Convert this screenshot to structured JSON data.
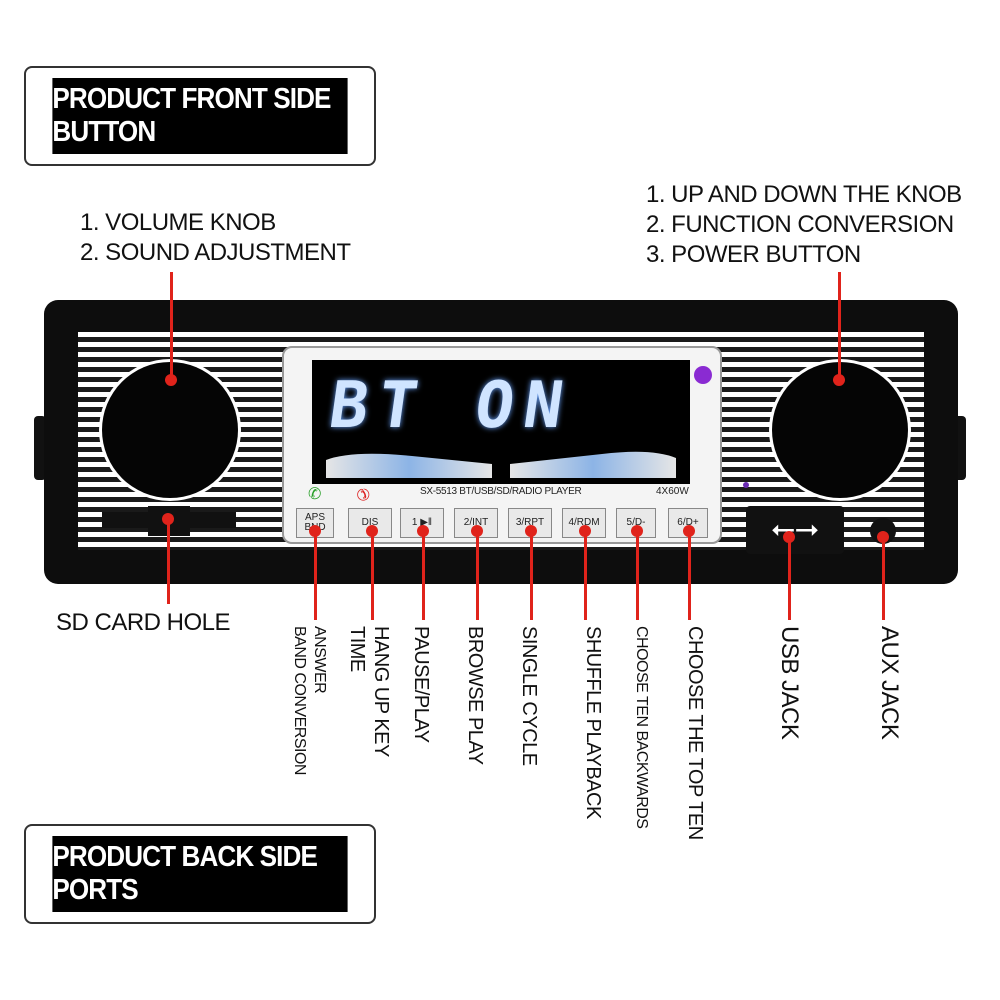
{
  "banners": {
    "front": "PRODUCT FRONT SIDE BUTTON",
    "back": "PRODUCT BACK SIDE PORTS"
  },
  "left_knob_labels": [
    "1. VOLUME KNOB",
    "2. SOUND ADJUSTMENT"
  ],
  "right_knob_labels": [
    "1. UP AND DOWN THE KNOB",
    "2. FUNCTION CONVERSION",
    "3. POWER BUTTON"
  ],
  "sd_card_label": "SD CARD HOLE",
  "display": {
    "text": "BT ON",
    "model": "SX-5513   BT/USB/SD/RADIO  PLAYER",
    "power": "4X60W"
  },
  "buttons": [
    {
      "label": "APS BND"
    },
    {
      "label": "DIS"
    },
    {
      "label": "1 ▶‖"
    },
    {
      "label": "2/INT"
    },
    {
      "label": "3/RPT"
    },
    {
      "label": "4/RDM"
    },
    {
      "label": "5/D-"
    },
    {
      "label": "6/D+"
    }
  ],
  "button_labels": {
    "answer": "ANSWER",
    "band_conversion": "BAND CONVERSION",
    "hang_up": "HANG UP KEY",
    "time": "TIME",
    "pause_play": "PAUSE/PLAY",
    "browse_play": "BROWSE  PLAY",
    "single_cycle": "SINGLE CYCLE",
    "shuffle": "SHUFFLE PLAYBACK",
    "ten_back": "CHOOSE TEN BACKWARDS",
    "top_ten": "CHOOSE THE TOP TEN",
    "usb": "USB  JACK",
    "aux": "AUX  JACK"
  },
  "colors": {
    "leader": "#e0231b",
    "display_text": "#cfe4ff",
    "indicator": "#8a2bd2"
  }
}
